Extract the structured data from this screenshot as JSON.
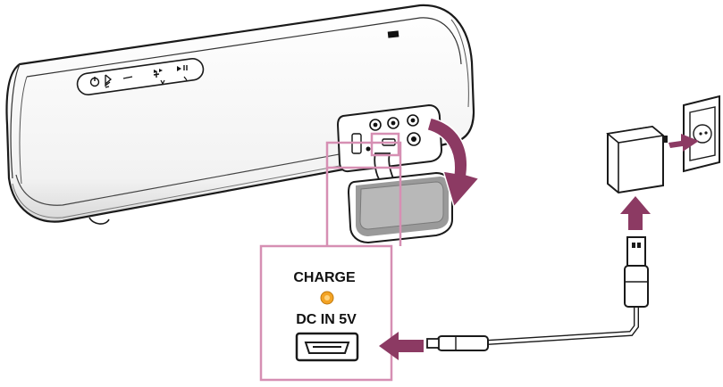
{
  "labels": {
    "charge": "CHARGE",
    "dc_in": "DC IN 5V"
  },
  "colors": {
    "highlight": "#d68fb3",
    "arrow": "#8c3a63",
    "led": "#f3a324",
    "outline": "#1a1a1a",
    "body_fill": "#ffffff",
    "shade": "#d9d9d9"
  },
  "icons": {
    "speaker": "portable-speaker",
    "power_button": "power-icon",
    "bluetooth_button": "bluetooth-icon",
    "charge_led": "charge-indicator-icon",
    "usb_port": "micro-usb-port-icon",
    "adapter": "ac-adapter-icon",
    "outlet": "wall-outlet-icon",
    "usb_plug": "usb-a-plug-icon",
    "arrows": [
      "open-cover-arrow",
      "plug-into-port-arrow",
      "usb-into-adapter-arrow",
      "adapter-into-outlet-arrow"
    ]
  }
}
